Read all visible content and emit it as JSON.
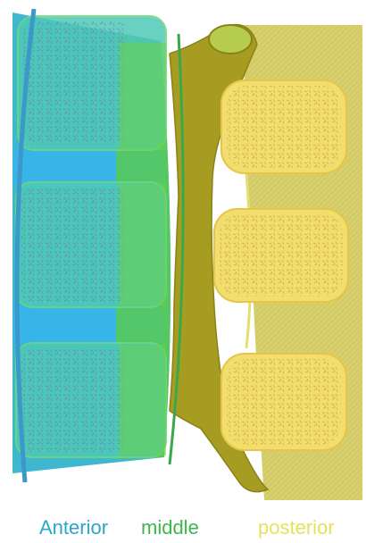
{
  "labels": {
    "anterior": {
      "text": "Anterior",
      "color": "#2aa6cf"
    },
    "middle": {
      "text": "middle",
      "color": "#3bb84a"
    },
    "posterior": {
      "text": "posterior",
      "color": "#e8df5a"
    }
  },
  "colors": {
    "anterior_zone": "#3fc0d8",
    "middle_zone": "#4ed04a",
    "posterior_bone": "#a8a020",
    "vertebral_body": "#f2de6e",
    "ligament": "#d9d07a",
    "trabecular": "#8a7aa0"
  }
}
